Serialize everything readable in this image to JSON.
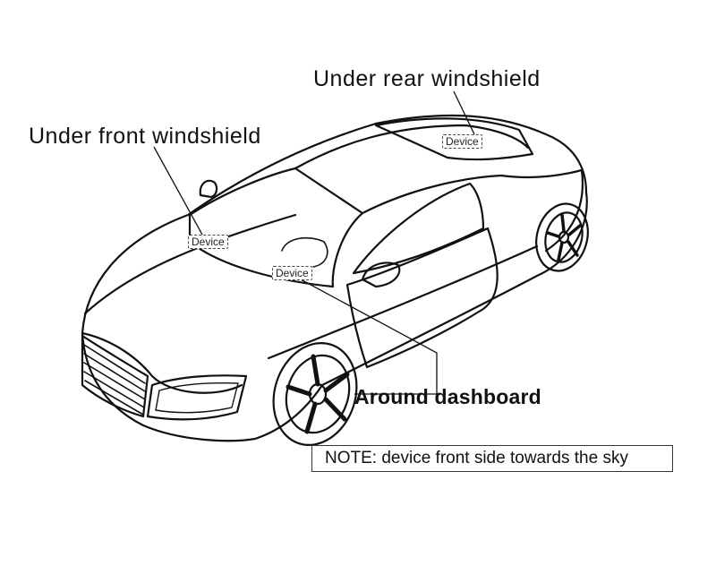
{
  "labels": {
    "rear": "Under rear windshield",
    "front": "Under front windshield",
    "dashboard": "Around dashboard"
  },
  "device_tags": {
    "rear": "Device",
    "front": "Device",
    "dashboard": "Device"
  },
  "note": "NOTE: device front side towards the sky"
}
